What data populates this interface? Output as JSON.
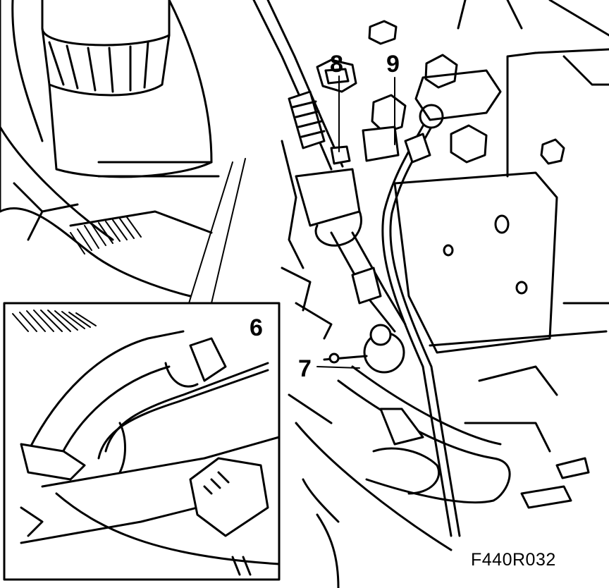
{
  "callouts": {
    "c6": "6",
    "c7": "7",
    "c8": "8",
    "c9": "9"
  },
  "figure_code": "F440R032",
  "colors": {
    "line": "#000000",
    "background": "#ffffff"
  }
}
